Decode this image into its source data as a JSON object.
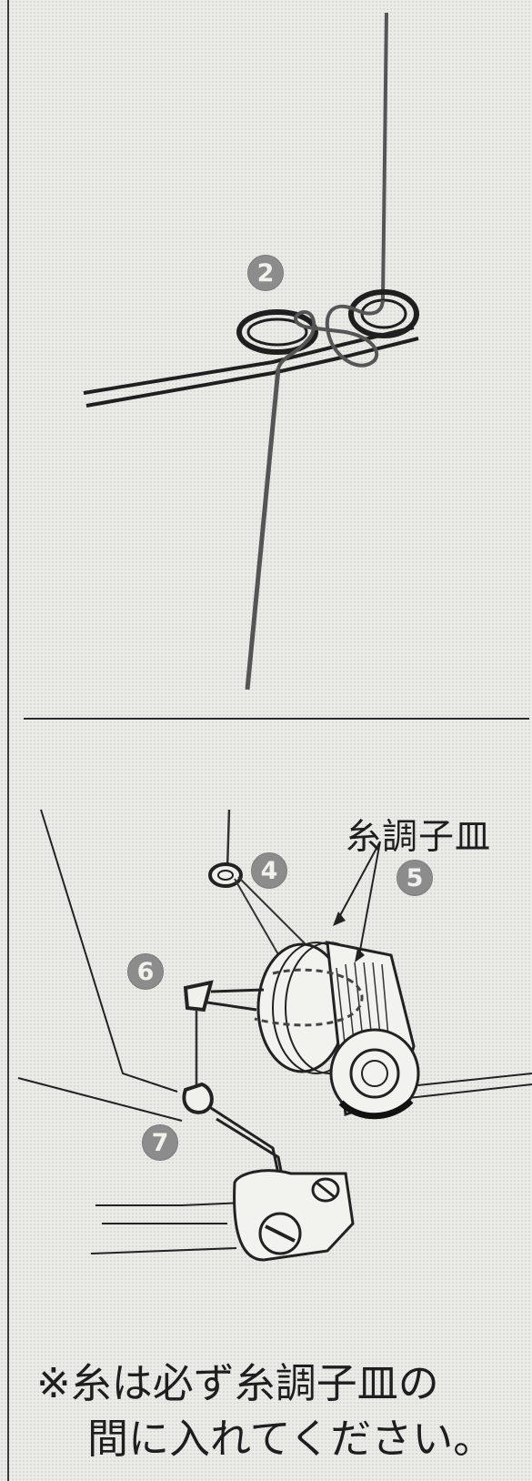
{
  "upper_figure": {
    "step_badge": "2"
  },
  "lower_figure": {
    "badges": [
      "4",
      "5",
      "6",
      "7"
    ],
    "tension_dial_label": "糸調子皿"
  },
  "note": {
    "line1": "※糸は必ず糸調子皿の",
    "line2": "間に入れてください。"
  }
}
